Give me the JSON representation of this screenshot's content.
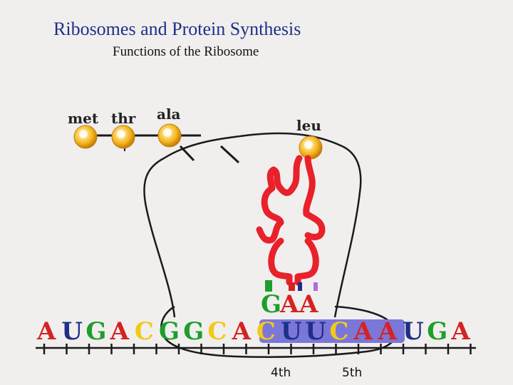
{
  "title": "Ribosomes and Protein Synthesis",
  "subtitle": "Functions of the Ribosome",
  "amino_acids": [
    "met",
    "thr",
    "ala",
    "leu"
  ],
  "anticodon": {
    "bases": [
      {
        "letter": "G",
        "color": "#1e9e2a"
      },
      {
        "letter": "A",
        "color": "#d42323"
      },
      {
        "letter": "A",
        "color": "#d42323"
      }
    ]
  },
  "mrna": {
    "bases": [
      {
        "letter": "A",
        "color": "#d42323"
      },
      {
        "letter": "U",
        "color": "#1f2f86"
      },
      {
        "letter": "G",
        "color": "#1e9e2a"
      },
      {
        "letter": "A",
        "color": "#d42323"
      },
      {
        "letter": "C",
        "color": "#f2c919"
      },
      {
        "letter": "G",
        "color": "#1e9e2a"
      },
      {
        "letter": "G",
        "color": "#1e9e2a"
      },
      {
        "letter": "C",
        "color": "#f2c919"
      },
      {
        "letter": "A",
        "color": "#d42323"
      },
      {
        "letter": "C",
        "color": "#f2c919"
      },
      {
        "letter": "U",
        "color": "#1f2f86"
      },
      {
        "letter": "U",
        "color": "#1f2f86"
      },
      {
        "letter": "C",
        "color": "#f2c919"
      },
      {
        "letter": "A",
        "color": "#d42323"
      },
      {
        "letter": "A",
        "color": "#d42323"
      },
      {
        "letter": "U",
        "color": "#1f2f86"
      },
      {
        "letter": "G",
        "color": "#1e9e2a"
      },
      {
        "letter": "A",
        "color": "#d42323"
      }
    ],
    "highlight_color": "#7b77d9"
  },
  "positions": [
    "4th",
    "5th"
  ],
  "colors": {
    "trna": "#e8212b",
    "amino_acid_ball": "#f2b21b",
    "title": "#1f2f86"
  }
}
